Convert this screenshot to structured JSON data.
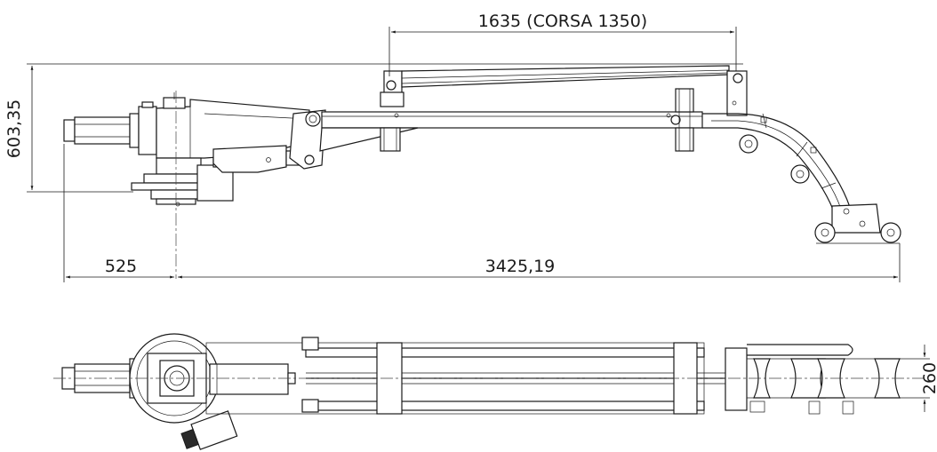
{
  "dimensions": {
    "top_stroke": "1635 (CORSA 1350)",
    "height": "603,35",
    "offset": "525",
    "length": "3425,19",
    "width": "260"
  }
}
